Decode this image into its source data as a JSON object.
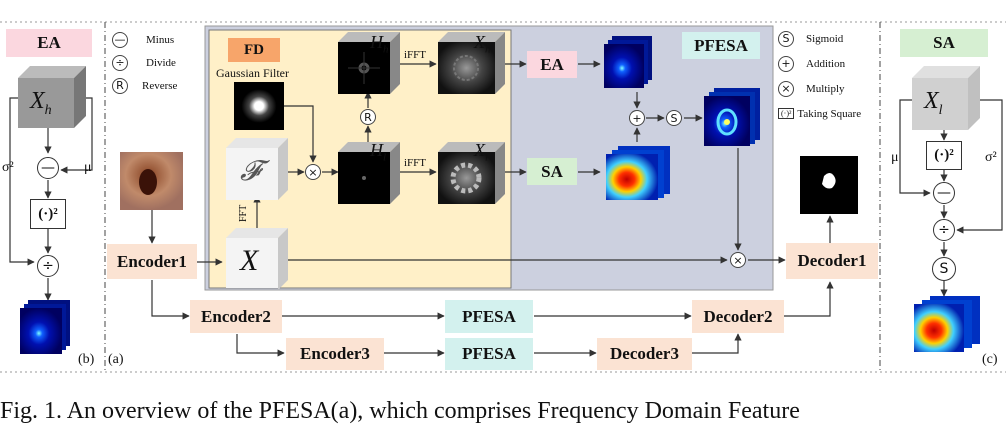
{
  "panel_a": {
    "label": "(a)",
    "fd_title": "FD",
    "gaussian_label": "Gaussian Filter",
    "fft_label": "FFT",
    "ifft_top": "iFFT",
    "ifft_bottom": "iFFT",
    "pfesa_title": "PFESA",
    "ea_box": "EA",
    "sa_box": "SA",
    "encoder1": "Encoder1",
    "encoder2": "Encoder2",
    "encoder3": "Encoder3",
    "decoder1": "Decoder1",
    "decoder2": "Decoder2",
    "decoder3": "Decoder3",
    "pfesa_mid": "PFESA",
    "pfesa_low": "PFESA",
    "cube_x": "X",
    "cube_f": "𝓕",
    "cube_hh": "H",
    "cube_hh_sub": "h",
    "cube_hl": "H",
    "cube_hl_sub": "l",
    "cube_xh": "X",
    "cube_xh_sub": "h",
    "cube_xl": "X",
    "cube_xl_sub": "l",
    "op_multiply1": "×",
    "op_multiply2": "×",
    "op_reverse": "R",
    "op_addition": "+",
    "op_sigmoid": "S"
  },
  "legend_left": [
    {
      "symbol": "—",
      "text": "Minus"
    },
    {
      "symbol": "÷",
      "text": "Divide"
    },
    {
      "symbol": "R",
      "text": "Reverse"
    }
  ],
  "legend_right": [
    {
      "symbol": "S",
      "text": "Sigmoid"
    },
    {
      "symbol": "+",
      "text": "Addition"
    },
    {
      "symbol": "×",
      "text": "Multiply"
    },
    {
      "symbol": "(·)²",
      "text": "Taking Square"
    }
  ],
  "panel_b": {
    "title": "EA",
    "cube": "X",
    "cube_sub": "h",
    "sigma": "σ²",
    "mu": "μ",
    "minus": "—",
    "square": "(·)²",
    "divide": "÷",
    "label": "(b)"
  },
  "panel_c": {
    "title": "SA",
    "cube": "X",
    "cube_sub": "l",
    "mu": "μ",
    "sigma": "σ²",
    "square": "(·)²",
    "minus": "—",
    "divide": "÷",
    "sigmoid": "S",
    "label": "(c)"
  },
  "caption": "Fig. 1. An overview of the PFESA(a), which comprises Frequency Domain Feature",
  "colors": {
    "fd_bg": "#fff0c8",
    "pfesa_bg": "#ccd0df",
    "encoder": "#fbe3d3",
    "ea": "#fbd7df",
    "pfesa_box": "#d3f1ee",
    "sa": "#d6efd2"
  }
}
